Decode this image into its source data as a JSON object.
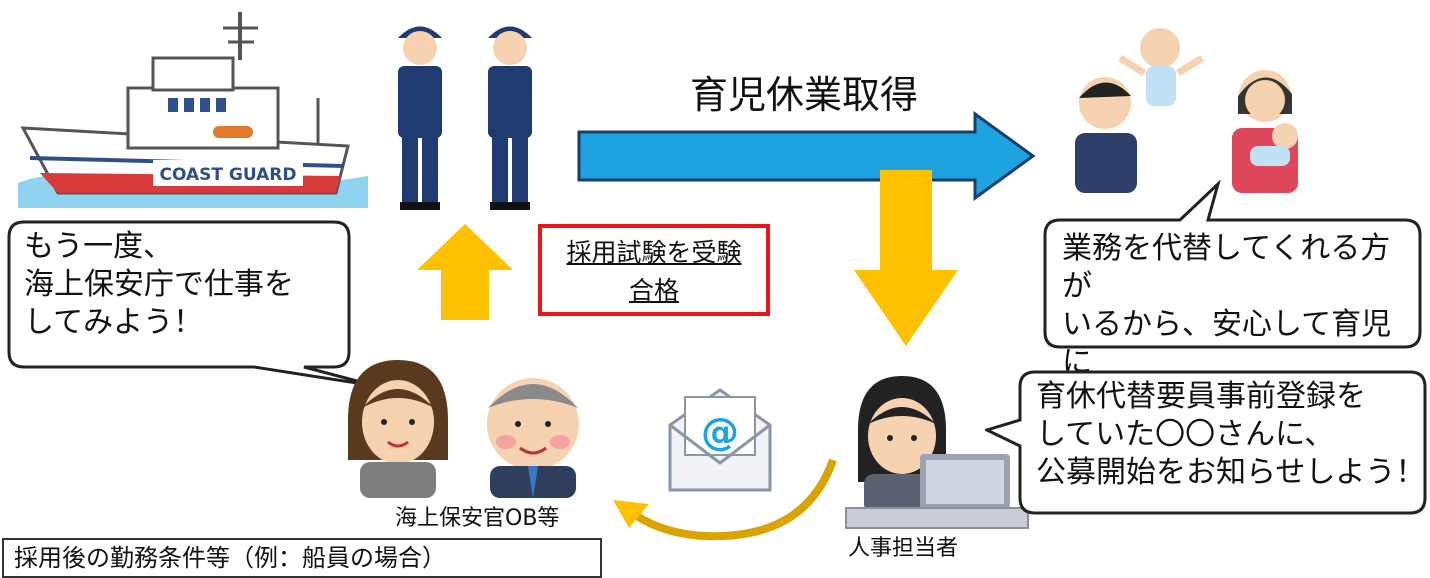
{
  "ship": {
    "label": "COAST GUARD"
  },
  "arrow_main": {
    "label": "育児休業取得",
    "color": "#1da3e0"
  },
  "accent": {
    "yellow": "#ffc000",
    "red": "#e8151b",
    "blue": "#1da3e0",
    "officer_navy": "#1f3b72"
  },
  "exam": {
    "line1": "採用試験を受験",
    "line2": "合格"
  },
  "bubble_family": {
    "text": "業務を代替してくれる方が\nいるから、安心して育児に\n専念できます！"
  },
  "bubble_ob": {
    "text": "もう一度、\n海上保安庁で仕事を\nしてみよう！"
  },
  "bubble_hr": {
    "text": "育休代替要員事前登録を\nしていた〇〇さんに、\n公募開始をお知らせしよう！"
  },
  "email": {
    "symbol": "@"
  },
  "labels": {
    "ob": "海上保安官OB等",
    "hr": "人事担当者"
  },
  "note": {
    "text": "採用後の勤務条件等（例：船員の場合）"
  },
  "icons": [
    "ship-illustration",
    "officers-illustration",
    "family-illustration",
    "ob-people-illustration",
    "hr-staff-illustration",
    "email-envelope-icon"
  ]
}
